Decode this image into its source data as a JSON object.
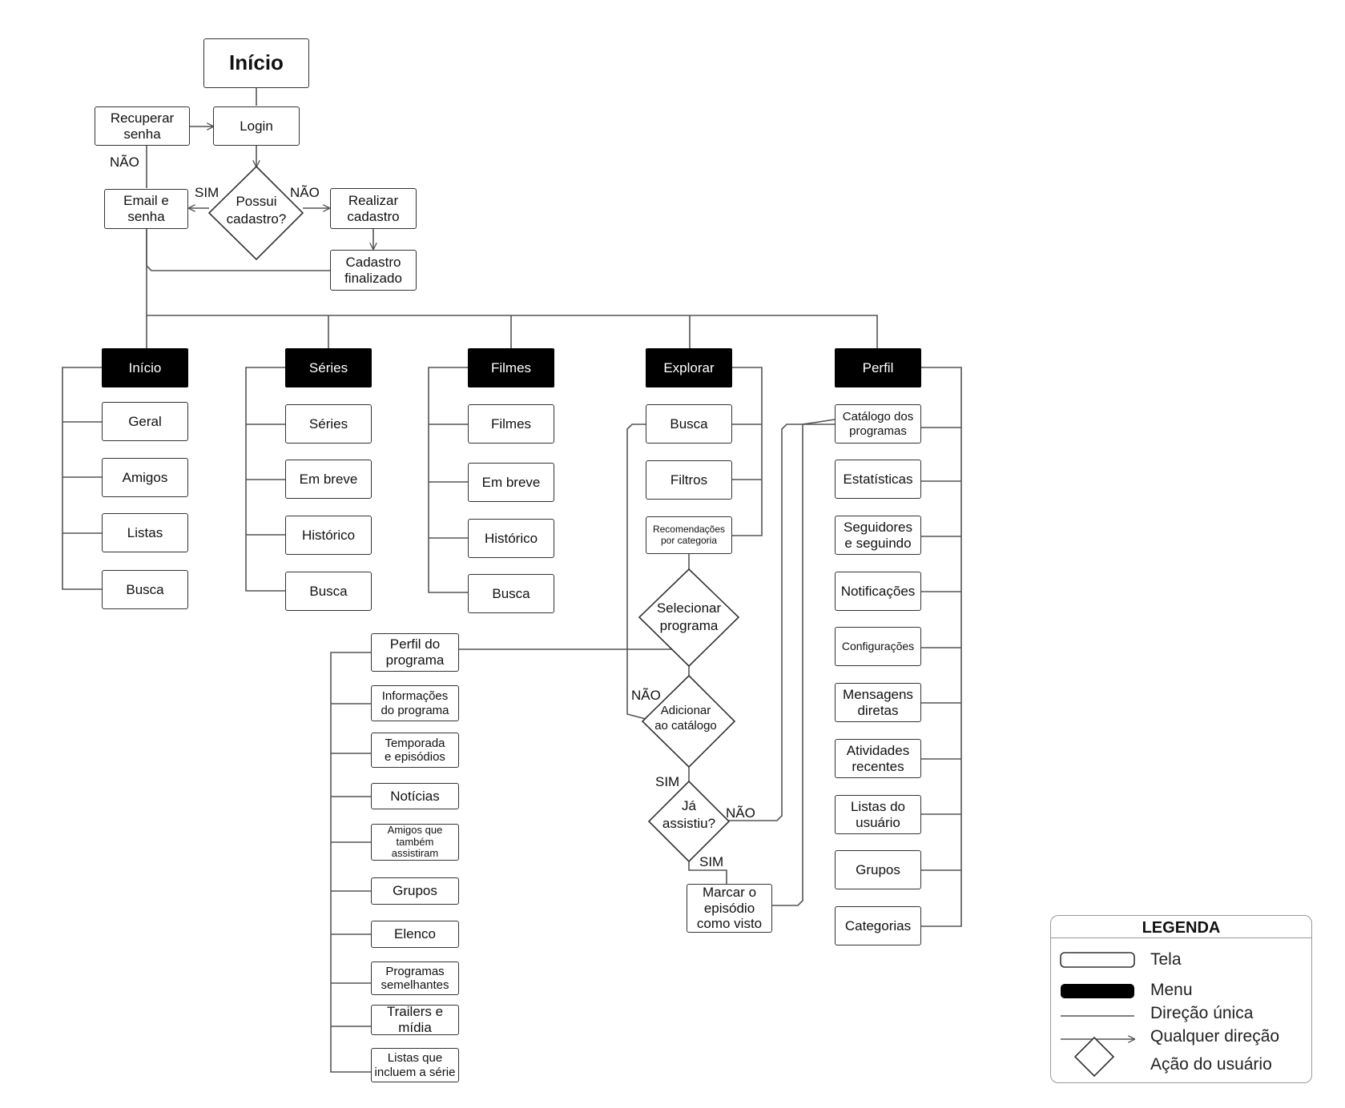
{
  "start": "Início",
  "flow": {
    "recover": "Recuperar\nsenha",
    "login": "Login",
    "email": "Email e\nsenha",
    "has_account": "Possui\ncadastro?",
    "register": "Realizar\ncadastro",
    "registered": "Cadastro\nfinalizado",
    "label_no_recover": "NÃO",
    "label_sim_email": "SIM",
    "label_no_register": "NÃO"
  },
  "menus": [
    {
      "label": "Início",
      "items": [
        "Geral",
        "Amigos",
        "Listas",
        "Busca"
      ]
    },
    {
      "label": "Séries",
      "items": [
        "Séries",
        "Em breve",
        "Histórico",
        "Busca"
      ]
    },
    {
      "label": "Filmes",
      "items": [
        "Filmes",
        "Em breve",
        "Histórico",
        "Busca"
      ]
    },
    {
      "label": "Explorar",
      "items": [
        "Busca",
        "Filtros",
        "Recomendações\npor categoria"
      ]
    },
    {
      "label": "Perfil",
      "items": [
        "Catálogo dos\nprogramas",
        "Estatísticas",
        "Seguidores\ne seguindo",
        "Notificações",
        "Configurações",
        "Mensagens\ndiretas",
        "Atividades\nrecentes",
        "Listas do\nusuário",
        "Grupos",
        "Categorias"
      ]
    }
  ],
  "explore_flow": {
    "select": "Selecionar\nprograma",
    "add": "Adicionar\nao catálogo",
    "watched": "Já\nassistiu?",
    "mark": "Marcar o\nepisódio\ncomo visto",
    "label_nao_add": "NÃO",
    "label_sim_add": "SIM",
    "label_nao_watched": "NÃO",
    "label_sim_watched": "SIM"
  },
  "program_profile": {
    "title": "Perfil do\nprograma",
    "items": [
      "Informações\ndo programa",
      "Temporada\ne episódios",
      "Notícias",
      "Amigos que\ntambém\nassistiram",
      "Grupos",
      "Elenco",
      "Programas\nsemelhantes",
      "Trailers e\nmídia",
      "Listas que\nincluem a série"
    ]
  },
  "legend": {
    "title": "LEGENDA",
    "items": [
      "Tela",
      "Menu",
      "Direção única",
      "Qualquer direção",
      "Ação do usuário"
    ]
  },
  "colors": {
    "line": "#555555",
    "menu": "#000000",
    "border": "#333333"
  }
}
